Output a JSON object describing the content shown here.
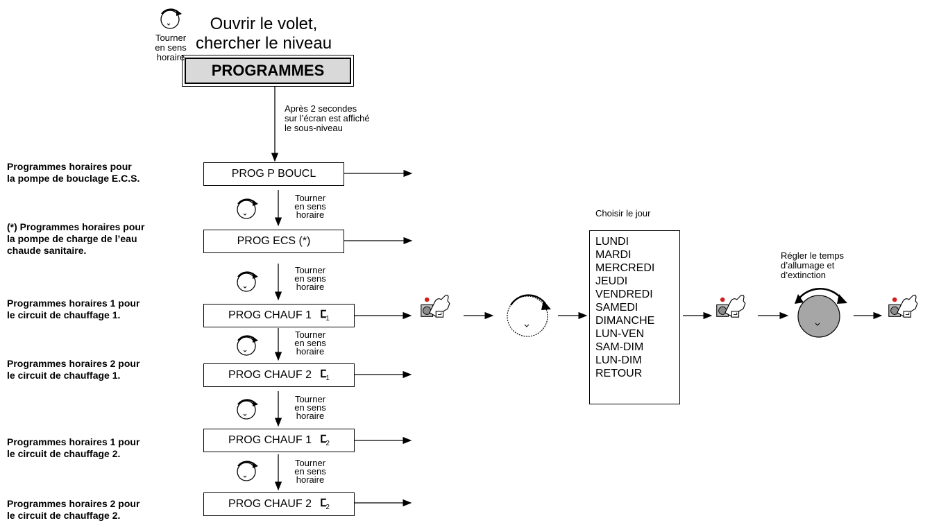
{
  "header": {
    "rotate_hint": [
      "Tourner",
      "en sens",
      "horaire"
    ],
    "title_line1": "Ouvrir le volet,",
    "title_line2": "chercher le niveau",
    "level_label": "PROGRAMMES"
  },
  "delay_note": [
    "Après 2 secondes",
    "sur l’écran est affiché",
    "le sous-niveau"
  ],
  "rotate_label": [
    "Tourner",
    "en sens",
    "horaire"
  ],
  "rows": [
    {
      "desc": [
        "Programmes horaires pour",
        "la pompe de bouclage E.C.S."
      ],
      "display": "PROG P BOUCL",
      "circuit": ""
    },
    {
      "desc": [
        "(*) Programmes horaires pour",
        "la pompe de charge de l’eau",
        "chaude sanitaire."
      ],
      "display": "PROG ECS (*)",
      "circuit": ""
    },
    {
      "desc": [
        "Programmes horaires 1 pour",
        "le circuit de chauffage 1."
      ],
      "display": "PROG CHAUF 1",
      "circuit": "1"
    },
    {
      "desc": [
        "Programmes horaires 2 pour",
        "le circuit de chauffage 1."
      ],
      "display": "PROG CHAUF 2",
      "circuit": "1"
    },
    {
      "desc": [
        "Programmes horaires 1 pour",
        "le circuit de chauffage 2."
      ],
      "display": "PROG CHAUF 1",
      "circuit": "2"
    },
    {
      "desc": [
        "Programmes horaires 2 pour",
        "le circuit de chauffage 2."
      ],
      "display": "PROG CHAUF 2",
      "circuit": "2"
    }
  ],
  "choose_day": "Choisir le jour",
  "days": [
    "LUNDI",
    "MARDI",
    "MERCREDI",
    "JEUDI",
    "VENDREDI",
    "SAMEDI",
    "DIMANCHE",
    "LUN-VEN",
    "SAM-DIM",
    "LUN-DIM",
    "RETOUR"
  ],
  "time_note": [
    "Régler le temps",
    "d’allumage et",
    "d’extinction"
  ],
  "radiator_symbol": "ⵎ",
  "icons": [
    "rotary-knob-icon",
    "press-button-icon",
    "arrow-icon"
  ],
  "colors": {
    "box_fill": "#d9d9d9",
    "led_red": "#d0201c",
    "knob_grey": "#a6a6a6"
  }
}
